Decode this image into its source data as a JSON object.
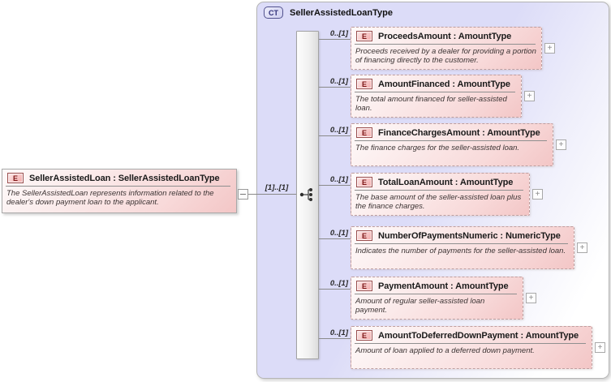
{
  "root": {
    "icon": "E",
    "title": "SellerAssistedLoan : SellerAssistedLoanType",
    "description": "The SellerAssistedLoan represents information related to the dealer's down payment loan to the applicant.",
    "cardinality": "[1]..[1]"
  },
  "complex_type": {
    "badge": "CT",
    "title": "SellerAssistedLoanType",
    "compositor": "sequence",
    "expand_glyph": "+",
    "children": [
      {
        "icon": "E",
        "cardinality": "0..[1]",
        "title": "ProceedsAmount : AmountType",
        "description": "Proceeds received by a dealer for providing a portion of financing directly to the customer."
      },
      {
        "icon": "E",
        "cardinality": "0..[1]",
        "title": "AmountFinanced : AmountType",
        "description": "The total amount financed for seller-assisted loan."
      },
      {
        "icon": "E",
        "cardinality": "0..[1]",
        "title": "FinanceChargesAmount : AmountType",
        "description": "The finance charges for the seller-assisted loan."
      },
      {
        "icon": "E",
        "cardinality": "0..[1]",
        "title": "TotalLoanAmount : AmountType",
        "description": "The base amount of the seller-assisted loan plus the finance charges."
      },
      {
        "icon": "E",
        "cardinality": "0..[1]",
        "title": "NumberOfPaymentsNumeric : NumericType",
        "description": "Indicates the number of payments for the seller-assisted loan."
      },
      {
        "icon": "E",
        "cardinality": "0..[1]",
        "title": "PaymentAmount : AmountType",
        "description": "Amount of regular seller-assisted loan payment."
      },
      {
        "icon": "E",
        "cardinality": "0..[1]",
        "title": "AmountToDeferredDownPayment : AmountType",
        "description": "Amount of loan applied to a deferred down payment."
      }
    ]
  },
  "colors": {
    "container_fill": "#dcdcf8",
    "element_fill": "#f6caca",
    "element_border": "#bf9f9f",
    "badge_red": "#7c1616",
    "badge_blue": "#30307a",
    "line": "#8a8a8a"
  }
}
